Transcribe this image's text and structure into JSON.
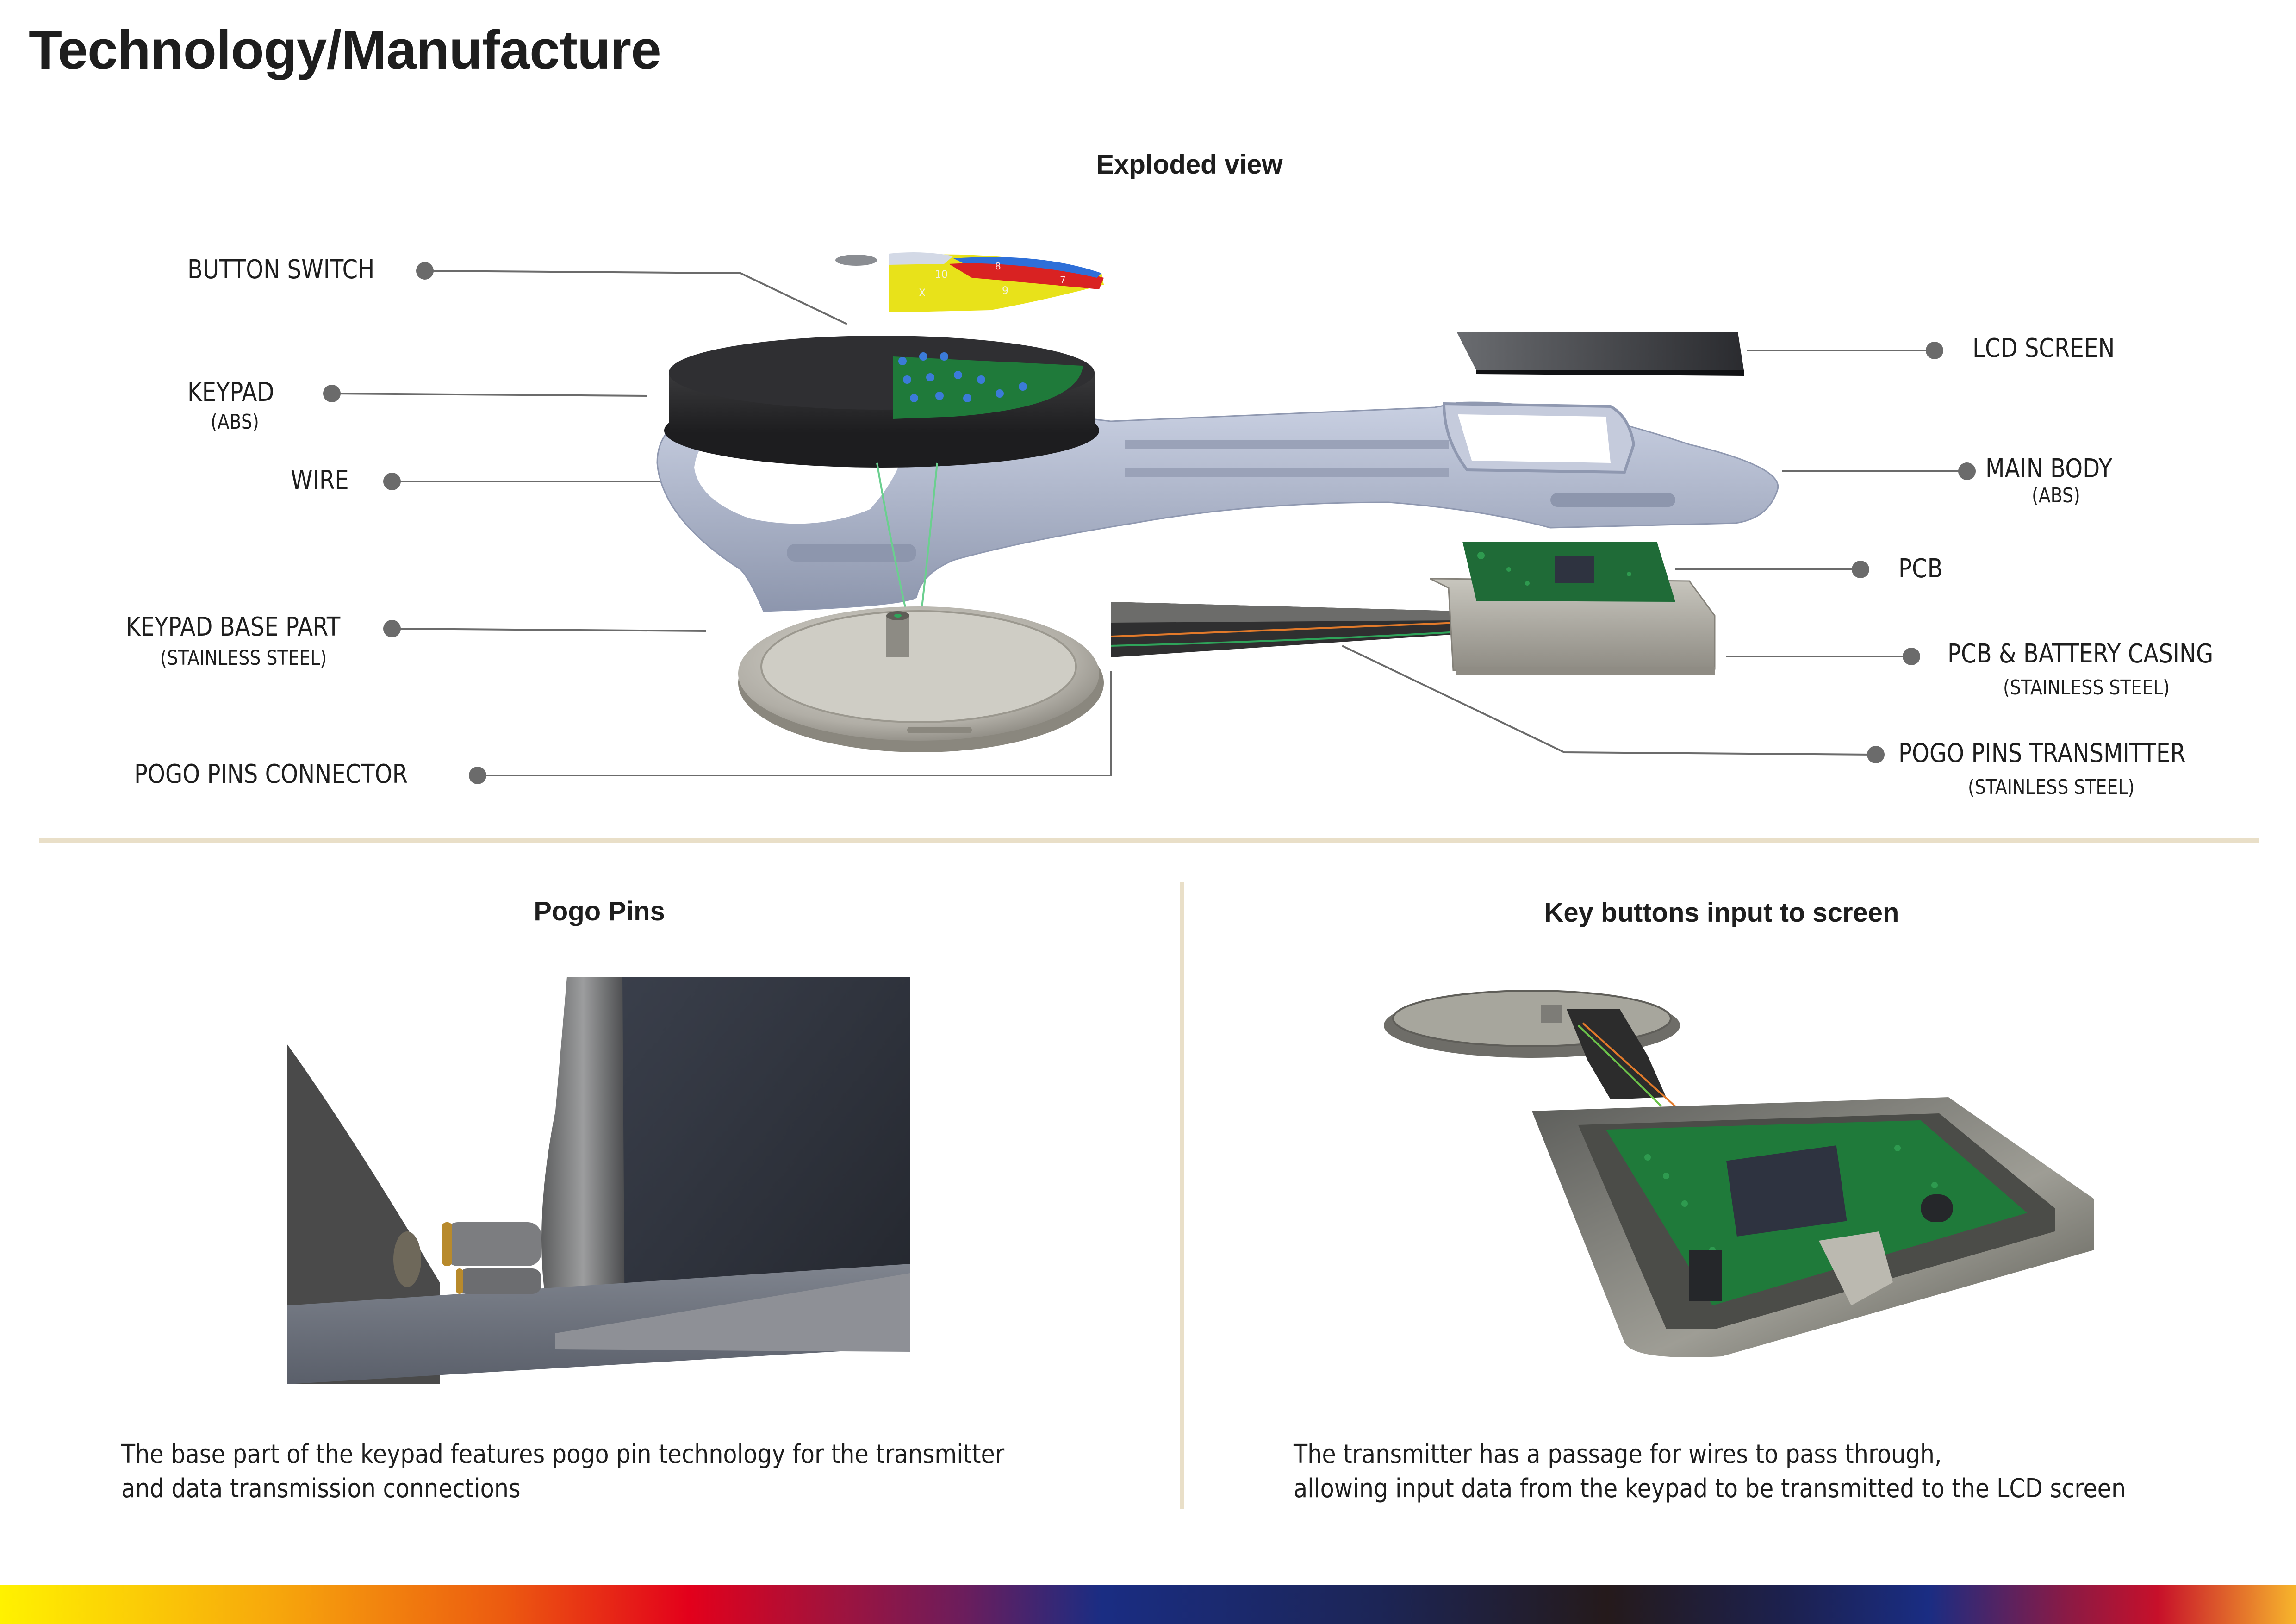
{
  "page": {
    "title": "Technology/Manufacture"
  },
  "exploded_view": {
    "title": "Exploded view",
    "callouts_left": [
      {
        "label": "BUTTON SWITCH",
        "material": ""
      },
      {
        "label": "KEYPAD",
        "material": "(ABS)"
      },
      {
        "label": "WIRE",
        "material": ""
      },
      {
        "label": "KEYPAD BASE PART",
        "material": "(STAINLESS STEEL)"
      },
      {
        "label": "POGO PINS CONNECTOR",
        "material": ""
      }
    ],
    "callouts_right": [
      {
        "label": "LCD SCREEN",
        "material": ""
      },
      {
        "label": "MAIN BODY",
        "material": "(ABS)"
      },
      {
        "label": "PCB",
        "material": ""
      },
      {
        "label": "PCB & BATTERY CASING",
        "material": "(STAINLESS STEEL)"
      },
      {
        "label": "POGO PINS TRANSMITTER",
        "material": "(STAINLESS STEEL)"
      }
    ],
    "button_switch_keys": [
      "10",
      "8",
      "7",
      "X",
      "9"
    ]
  },
  "pogo_pins": {
    "title": "Pogo Pins",
    "description_lines": [
      "The base part of the keypad features pogo pin technology for the transmitter",
      "and data transmission connections"
    ]
  },
  "key_buttons": {
    "title": "Key buttons input to screen",
    "description_lines": [
      "The transmitter has a passage for wires to pass through,",
      "allowing input data from the keypad to be transmitted to the LCD screen"
    ]
  },
  "colors": {
    "divider": "#e9dfc8",
    "leader_line": "#6b6b6b",
    "main_body": "#b4bdd3",
    "keypad": "#2b2b2d",
    "pcb_green": "#1f7a3a",
    "key_yellow": "#e8e21a",
    "key_red": "#d92222",
    "key_blue": "#2e6fd8",
    "steel": "#a9a79f"
  }
}
